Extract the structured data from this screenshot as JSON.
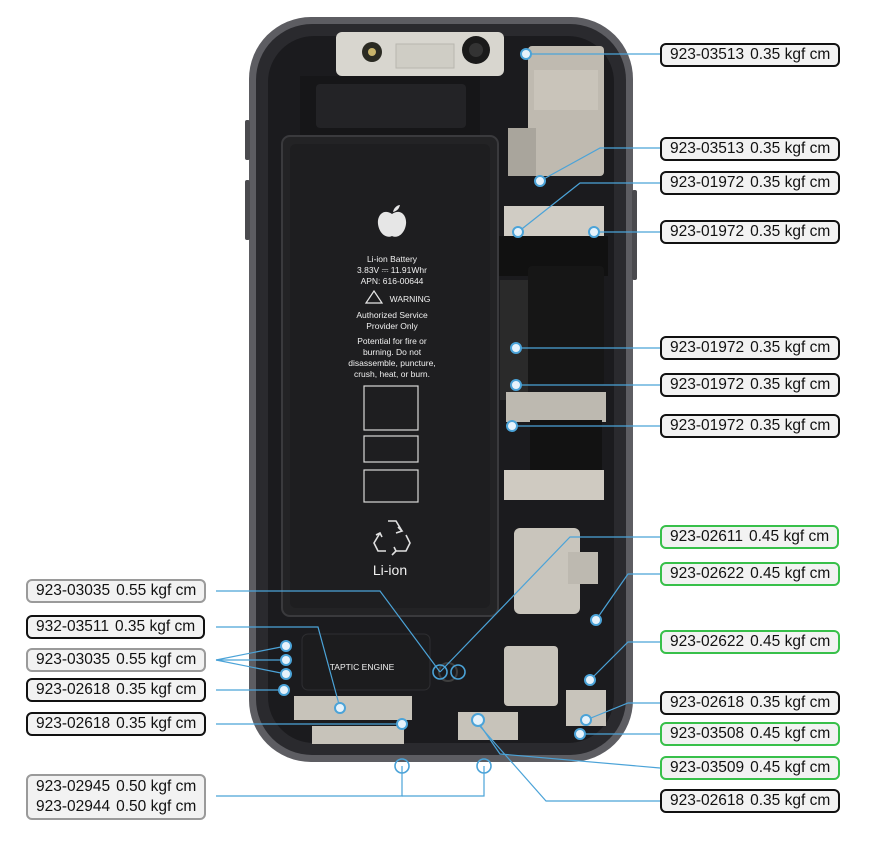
{
  "battery": {
    "model": "Li-ion Battery",
    "spec": "3.83V ⎓ 11.91Whr",
    "apn": "APN: 616-00644",
    "warning": "WARNING",
    "notice": [
      "Authorized Service",
      "Provider Only"
    ],
    "caution": [
      "Potential for fire or",
      "burning. Do not",
      "disassemble, puncture,",
      "crush, heat, or burn."
    ],
    "chem": "Li-ion"
  },
  "taptic": "TAPTIC ENGINE",
  "colors": {
    "callout_line": "#4ba3d8",
    "border_default": "#111111",
    "border_green": "#38c04a",
    "border_grey": "#9a9a9a"
  },
  "labels_right": [
    {
      "part": "923-03513",
      "torque": "0.35 kgf cm",
      "style": "default"
    },
    {
      "part": "923-03513",
      "torque": "0.35 kgf cm",
      "style": "default"
    },
    {
      "part": "923-01972",
      "torque": "0.35 kgf cm",
      "style": "default"
    },
    {
      "part": "923-01972",
      "torque": "0.35 kgf cm",
      "style": "default"
    },
    {
      "part": "923-01972",
      "torque": "0.35 kgf cm",
      "style": "default"
    },
    {
      "part": "923-01972",
      "torque": "0.35 kgf cm",
      "style": "default"
    },
    {
      "part": "923-01972",
      "torque": "0.35 kgf cm",
      "style": "default"
    },
    {
      "part": "923-02611",
      "torque": "0.45 kgf cm",
      "style": "green"
    },
    {
      "part": "923-02622",
      "torque": "0.45 kgf cm",
      "style": "green"
    },
    {
      "part": "923-02622",
      "torque": "0.45 kgf cm",
      "style": "green"
    },
    {
      "part": "923-02618",
      "torque": "0.35 kgf cm",
      "style": "default"
    },
    {
      "part": "923-03508",
      "torque": "0.45 kgf cm",
      "style": "green"
    },
    {
      "part": "923-03509",
      "torque": "0.45 kgf cm",
      "style": "green"
    },
    {
      "part": "923-02618",
      "torque": "0.35 kgf cm",
      "style": "default"
    }
  ],
  "labels_left": [
    {
      "part": "923-03035",
      "torque": "0.55 kgf cm",
      "style": "grey"
    },
    {
      "part": "932-03511",
      "torque": "0.35 kgf cm",
      "style": "default"
    },
    {
      "part": "923-03035",
      "torque": "0.55 kgf cm",
      "style": "grey"
    },
    {
      "part": "923-02618",
      "torque": "0.35 kgf cm",
      "style": "default"
    },
    {
      "part": "923-02618",
      "torque": "0.35 kgf cm",
      "style": "default"
    }
  ],
  "label_bottom": [
    {
      "part": "923-02945",
      "torque": "0.50 kgf cm"
    },
    {
      "part": "923-02944",
      "torque": "0.50 kgf cm"
    }
  ]
}
